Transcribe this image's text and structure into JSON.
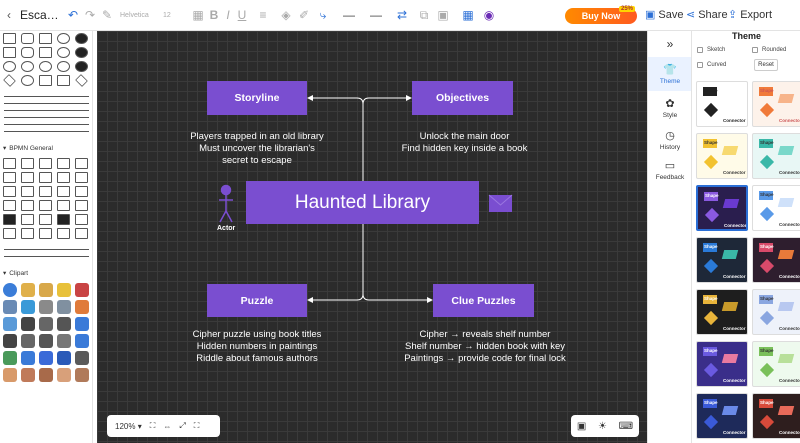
{
  "toolbar": {
    "doc_title": "Esca…",
    "font_name": "Helvetica",
    "font_size": "12",
    "buy_now": "Buy Now",
    "buy_tag": "25%",
    "save": "Save",
    "share": "Share",
    "export": "Export"
  },
  "left_panel": {
    "section_bpmn": "BPMN General",
    "section_clipart": "Clipart"
  },
  "canvas": {
    "central": "Haunted Library",
    "nodes": {
      "storyline": "Storyline",
      "objectives": "Objectives",
      "puzzle": "Puzzle",
      "clue_puzzles": "Clue Puzzles"
    },
    "notes": {
      "storyline": [
        "Players trapped in an old library",
        "Must uncover the librarian's",
        "secret to escape"
      ],
      "objectives": [
        "Unlock the main door",
        "Find hidden key inside a book"
      ],
      "puzzle": [
        "Cipher puzzle using book titles",
        "Hidden numbers in paintings",
        "Riddle about famous authors"
      ],
      "clue_puzzles": [
        "Cipher → reveals shelf number",
        "Shelf number → hidden book with key",
        "Paintings → provide code for final lock"
      ]
    },
    "actor_label": "Actor",
    "zoom": "120%",
    "colors": {
      "node": "#7a4ed0",
      "background": "#2b2b2b"
    }
  },
  "side_tabs": [
    "Theme",
    "Style",
    "History",
    "Feedback"
  ],
  "theme_panel": {
    "title": "Theme",
    "options": [
      "Sketch",
      "Rounded",
      "Curved"
    ],
    "reset": "Reset",
    "card_labels": {
      "shape": "Shape",
      "connector": "Connector"
    }
  }
}
